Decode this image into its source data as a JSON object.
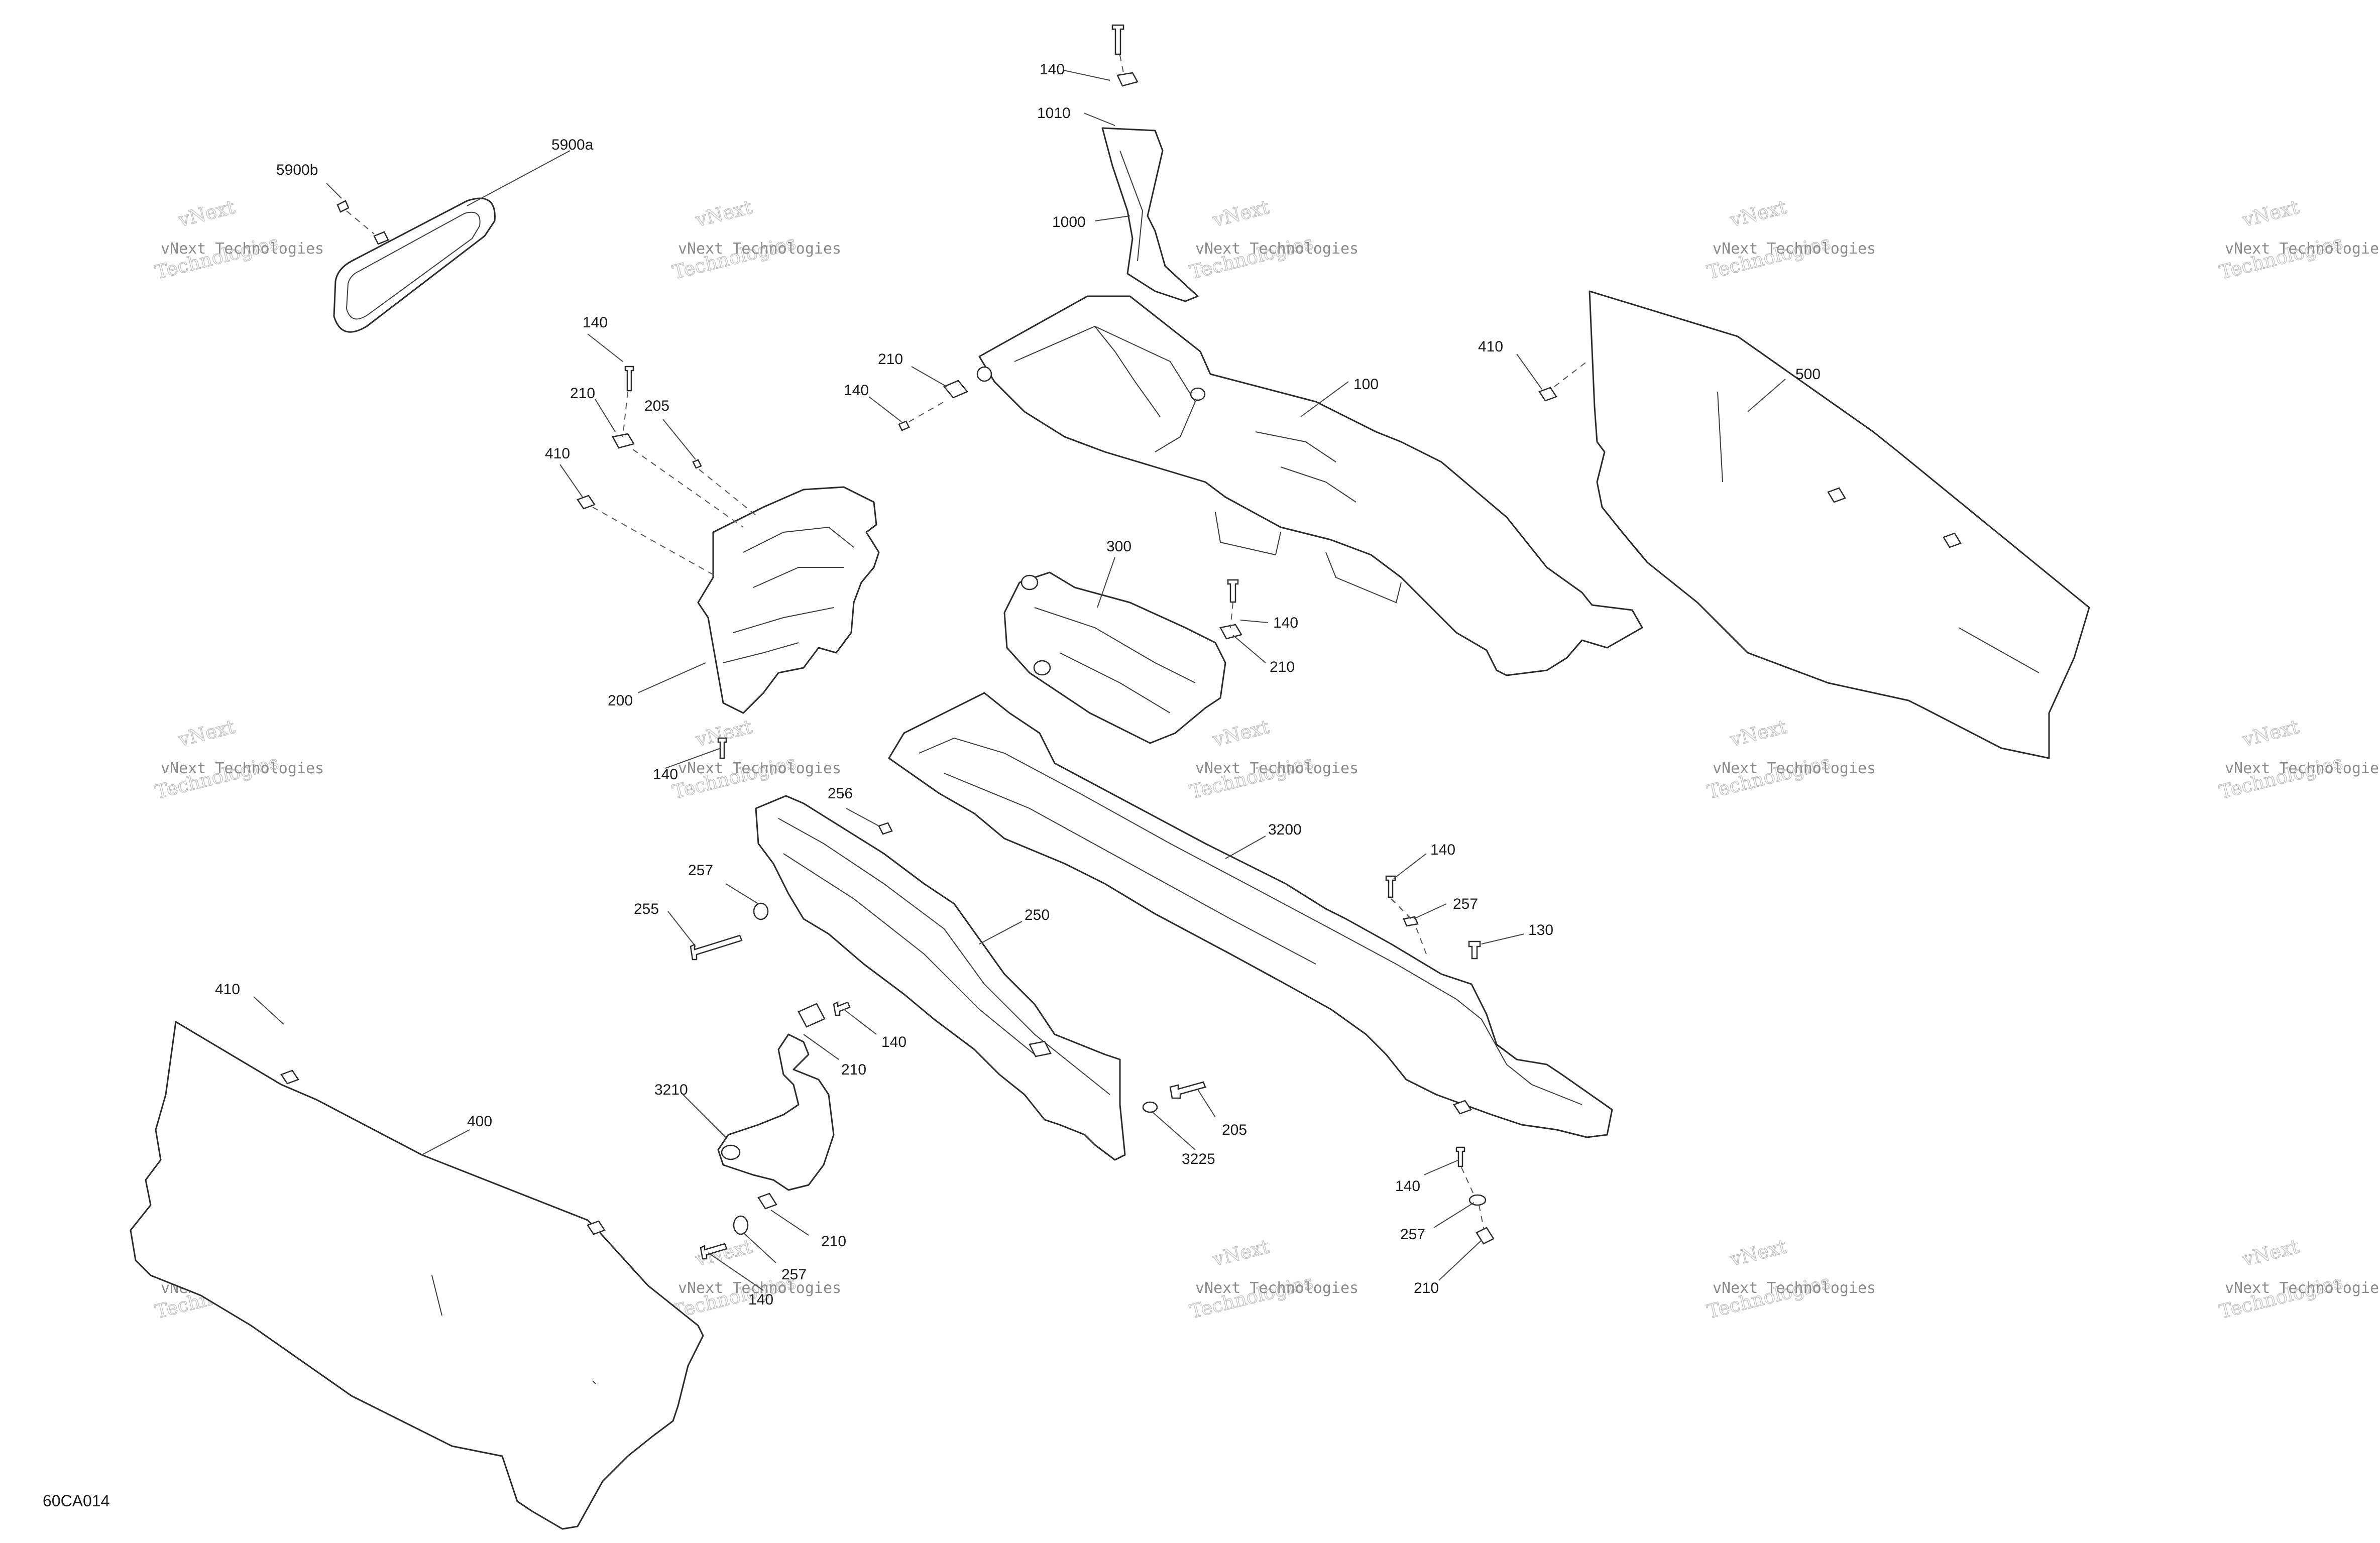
{
  "drawing_code": "60CA014",
  "watermark": {
    "top_line": "vNext",
    "middle_line": "Technologies",
    "small_line": "vNext Technologies"
  },
  "callouts": [
    {
      "id": "c-140-top",
      "text": "140"
    },
    {
      "id": "c-1010",
      "text": "1010"
    },
    {
      "id": "c-1000",
      "text": "1000"
    },
    {
      "id": "c-5900b",
      "text": "5900b"
    },
    {
      "id": "c-5900a",
      "text": "5900a"
    },
    {
      "id": "c-140-a",
      "text": "140"
    },
    {
      "id": "c-210-a",
      "text": "210"
    },
    {
      "id": "c-205-a",
      "text": "205"
    },
    {
      "id": "c-410-a",
      "text": "410"
    },
    {
      "id": "c-200",
      "text": "200"
    },
    {
      "id": "c-140-b",
      "text": "140"
    },
    {
      "id": "c-210-b",
      "text": "210"
    },
    {
      "id": "c-140-c",
      "text": "140"
    },
    {
      "id": "c-100",
      "text": "100"
    },
    {
      "id": "c-410-b",
      "text": "410"
    },
    {
      "id": "c-500",
      "text": "500"
    },
    {
      "id": "c-300",
      "text": "300"
    },
    {
      "id": "c-140-d",
      "text": "140"
    },
    {
      "id": "c-210-c",
      "text": "210"
    },
    {
      "id": "c-256",
      "text": "256"
    },
    {
      "id": "c-257-a",
      "text": "257"
    },
    {
      "id": "c-255",
      "text": "255"
    },
    {
      "id": "c-250",
      "text": "250"
    },
    {
      "id": "c-3200",
      "text": "3200"
    },
    {
      "id": "c-140-e",
      "text": "140"
    },
    {
      "id": "c-257-b",
      "text": "257"
    },
    {
      "id": "c-130",
      "text": "130"
    },
    {
      "id": "c-410-c",
      "text": "410"
    },
    {
      "id": "c-140-f",
      "text": "140"
    },
    {
      "id": "c-210-d",
      "text": "210"
    },
    {
      "id": "c-3210",
      "text": "3210"
    },
    {
      "id": "c-205-b",
      "text": "205"
    },
    {
      "id": "c-3225",
      "text": "3225"
    },
    {
      "id": "c-400",
      "text": "400"
    },
    {
      "id": "c-210-e",
      "text": "210"
    },
    {
      "id": "c-257-c",
      "text": "257"
    },
    {
      "id": "c-140-g",
      "text": "140"
    },
    {
      "id": "c-140-h",
      "text": "140"
    },
    {
      "id": "c-257-d",
      "text": "257"
    },
    {
      "id": "c-210-f",
      "text": "210"
    }
  ]
}
